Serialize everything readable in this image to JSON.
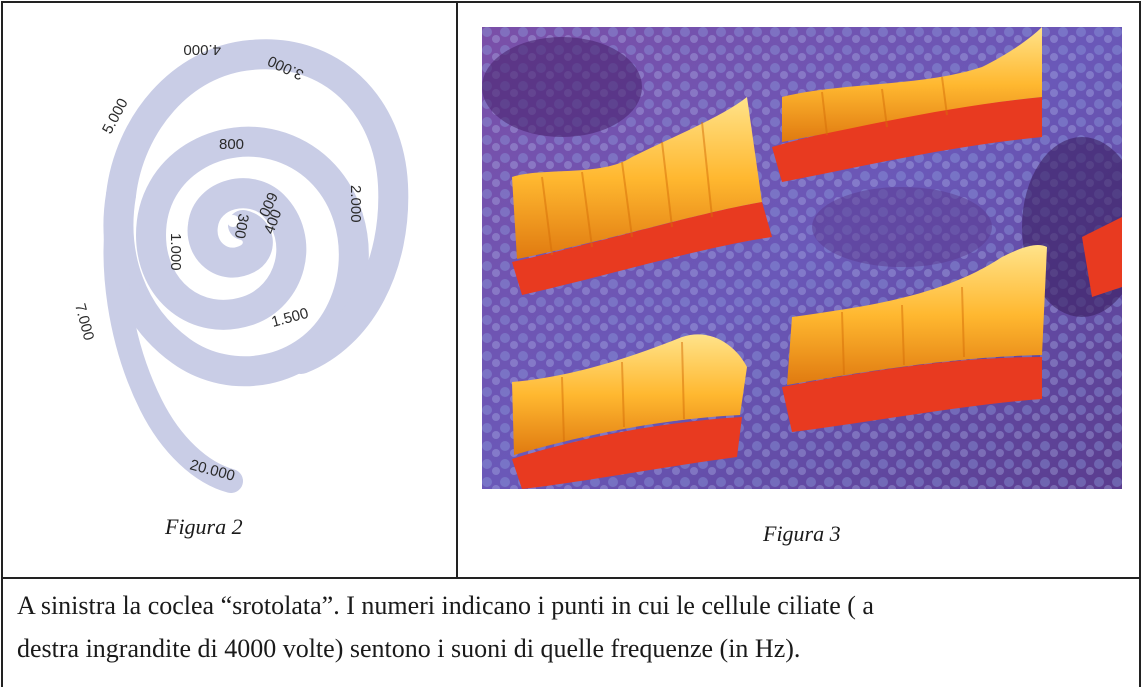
{
  "figure_left": {
    "caption": "Figura 2",
    "labels": [
      "4.000",
      "3.000",
      "5.000",
      "2.000",
      "800",
      "600",
      "300",
      "400",
      "1.000",
      "1.500",
      "7.000",
      "20.000"
    ]
  },
  "figure_right": {
    "caption": "Figura 3"
  },
  "description": {
    "line1": "A sinistra la coclea “srotolata”. I numeri indicano i punti in cui le cellule ciliate ( a",
    "line2": "destra ingrandite di 4000 volte) sentono i suoni di quelle frequenze (in Hz)."
  }
}
